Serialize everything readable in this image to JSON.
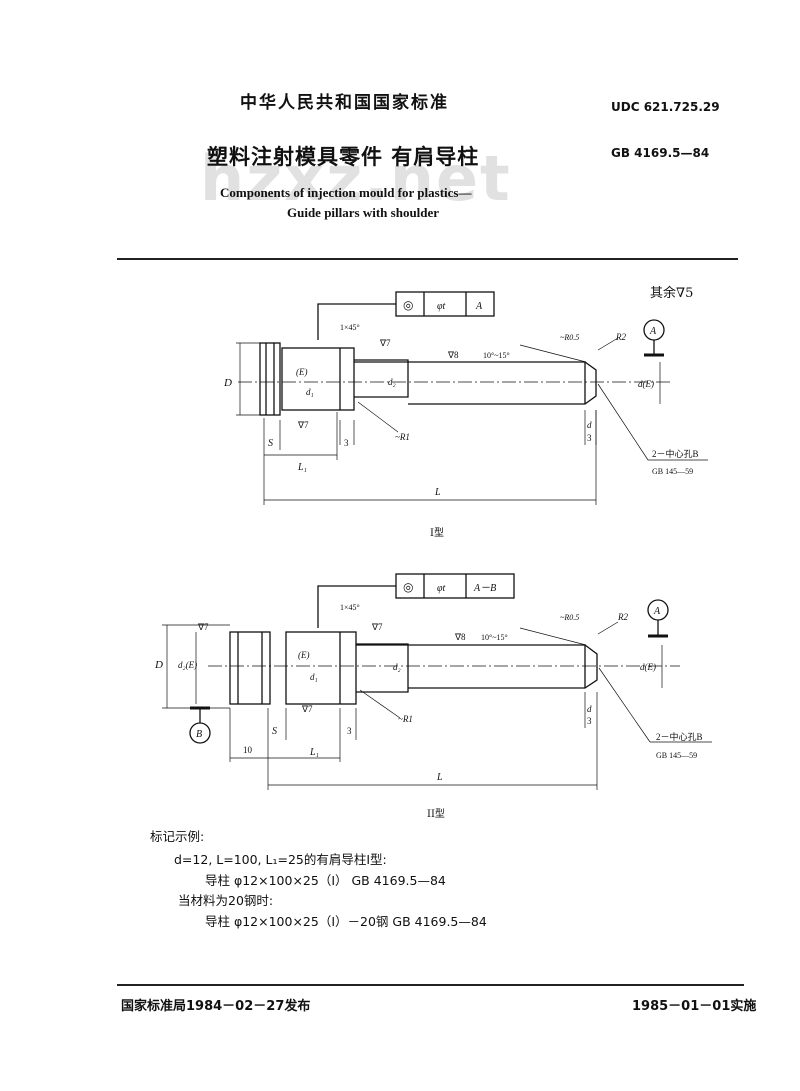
{
  "header": {
    "org": "中华人民共和国国家标准",
    "udc": "UDC 621.725.29",
    "title_cn": "塑料注射模具零件  有肩导柱",
    "gb_number": "GB 4169.5—84",
    "title_en_line1": "Components of injection mould for plastics—",
    "title_en_line2": "Guide pillars with shoulder",
    "watermark": "hzxz.net"
  },
  "surface_note": "其余∇5",
  "drawing1": {
    "caption": "I型",
    "tolerance_frame": [
      "◎",
      "φt",
      "A"
    ],
    "chamfer": "1×45°",
    "finish_top": "∇7",
    "finish_shaft": "∇8",
    "angle": "10°~15°",
    "radius_tip": "~R0.5",
    "radius_end": "R2",
    "datum": "A",
    "dim_D": "D",
    "dim_E": "(E)",
    "dim_d1": "d₁",
    "dim_d2": "d₂",
    "dim_d_right": "d(E)",
    "finish_bottom": "∇7",
    "radius_root": "~R1",
    "dim_S": "S",
    "dim_3": "3",
    "dim_d3_num": "d",
    "dim_d3_den": "3",
    "dim_L1": "L₁",
    "dim_L": "L",
    "center_hole": "2－中心孔B",
    "center_hole_std": "GB 145—59"
  },
  "drawing2": {
    "caption": "II型",
    "tolerance_frame": [
      "◎",
      "φt",
      "A－B"
    ],
    "chamfer": "1×45°",
    "finish_left": "∇7",
    "finish_top": "∇7",
    "finish_shaft": "∇8",
    "angle": "10°~15°",
    "radius_tip": "~R0.5",
    "radius_end": "R2",
    "datum_a": "A",
    "datum_b": "B",
    "dim_D": "D",
    "dim_d2E": "d₂(E)",
    "dim_E": "(E)",
    "dim_d1": "d₁",
    "dim_d2": "d₂",
    "dim_d_right": "d(E)",
    "finish_bottom": "∇7",
    "radius_root": "~R1",
    "dim_S": "S",
    "dim_3": "3",
    "dim_10": "10",
    "dim_d3_num": "d",
    "dim_d3_den": "3",
    "dim_L1": "L₁",
    "dim_L": "L",
    "center_hole": "2－中心孔B",
    "center_hole_std": "GB 145—59"
  },
  "example": {
    "heading": "标记示例:",
    "line1": "d=12, L=100, L₁=25的有肩导柱Ⅰ型:",
    "line2": "导柱  φ12×100×25（Ⅰ）  GB 4169.5—84",
    "line3": "当材料为20钢时:",
    "line4": "导柱  φ12×100×25（Ⅰ）－20钢  GB 4169.5—84"
  },
  "footer": {
    "issued": "国家标准局1984－02－27发布",
    "effective": "1985－01－01实施"
  }
}
